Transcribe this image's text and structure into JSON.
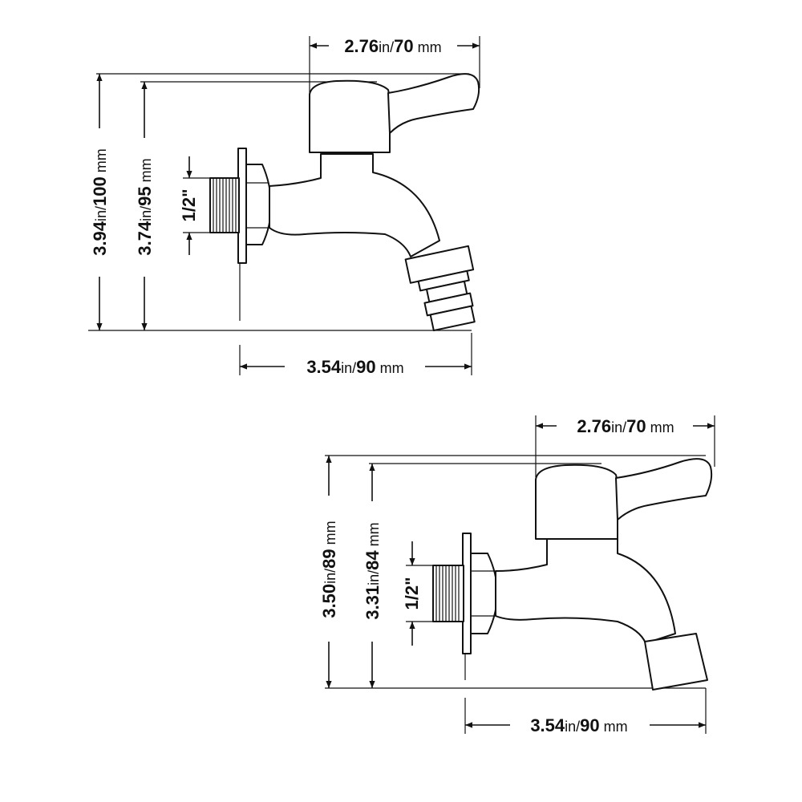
{
  "faucet_hose": {
    "width_label": {
      "value1": "2.76",
      "unit1": "in",
      "value2": "70",
      "unit2": "mm"
    },
    "height_outer_label": {
      "value1": "3.94",
      "unit1": "in",
      "value2": "100",
      "unit2": "mm"
    },
    "height_inner_label": {
      "value1": "3.74",
      "unit1": "in",
      "value2": "95",
      "unit2": "mm"
    },
    "thread_label": "1/2\"",
    "depth_label": {
      "value1": "3.54",
      "unit1": "in",
      "value2": "90",
      "unit2": "mm"
    }
  },
  "faucet_plain": {
    "width_label": {
      "value1": "2.76",
      "unit1": "in",
      "value2": "70",
      "unit2": "mm"
    },
    "height_outer_label": {
      "value1": "3.50",
      "unit1": "in",
      "value2": "89",
      "unit2": "mm"
    },
    "height_inner_label": {
      "value1": "3.31",
      "unit1": "in",
      "value2": "84",
      "unit2": "mm"
    },
    "thread_label": "1/2\"",
    "depth_label": {
      "value1": "3.54",
      "unit1": "in",
      "value2": "90",
      "unit2": "mm"
    }
  }
}
